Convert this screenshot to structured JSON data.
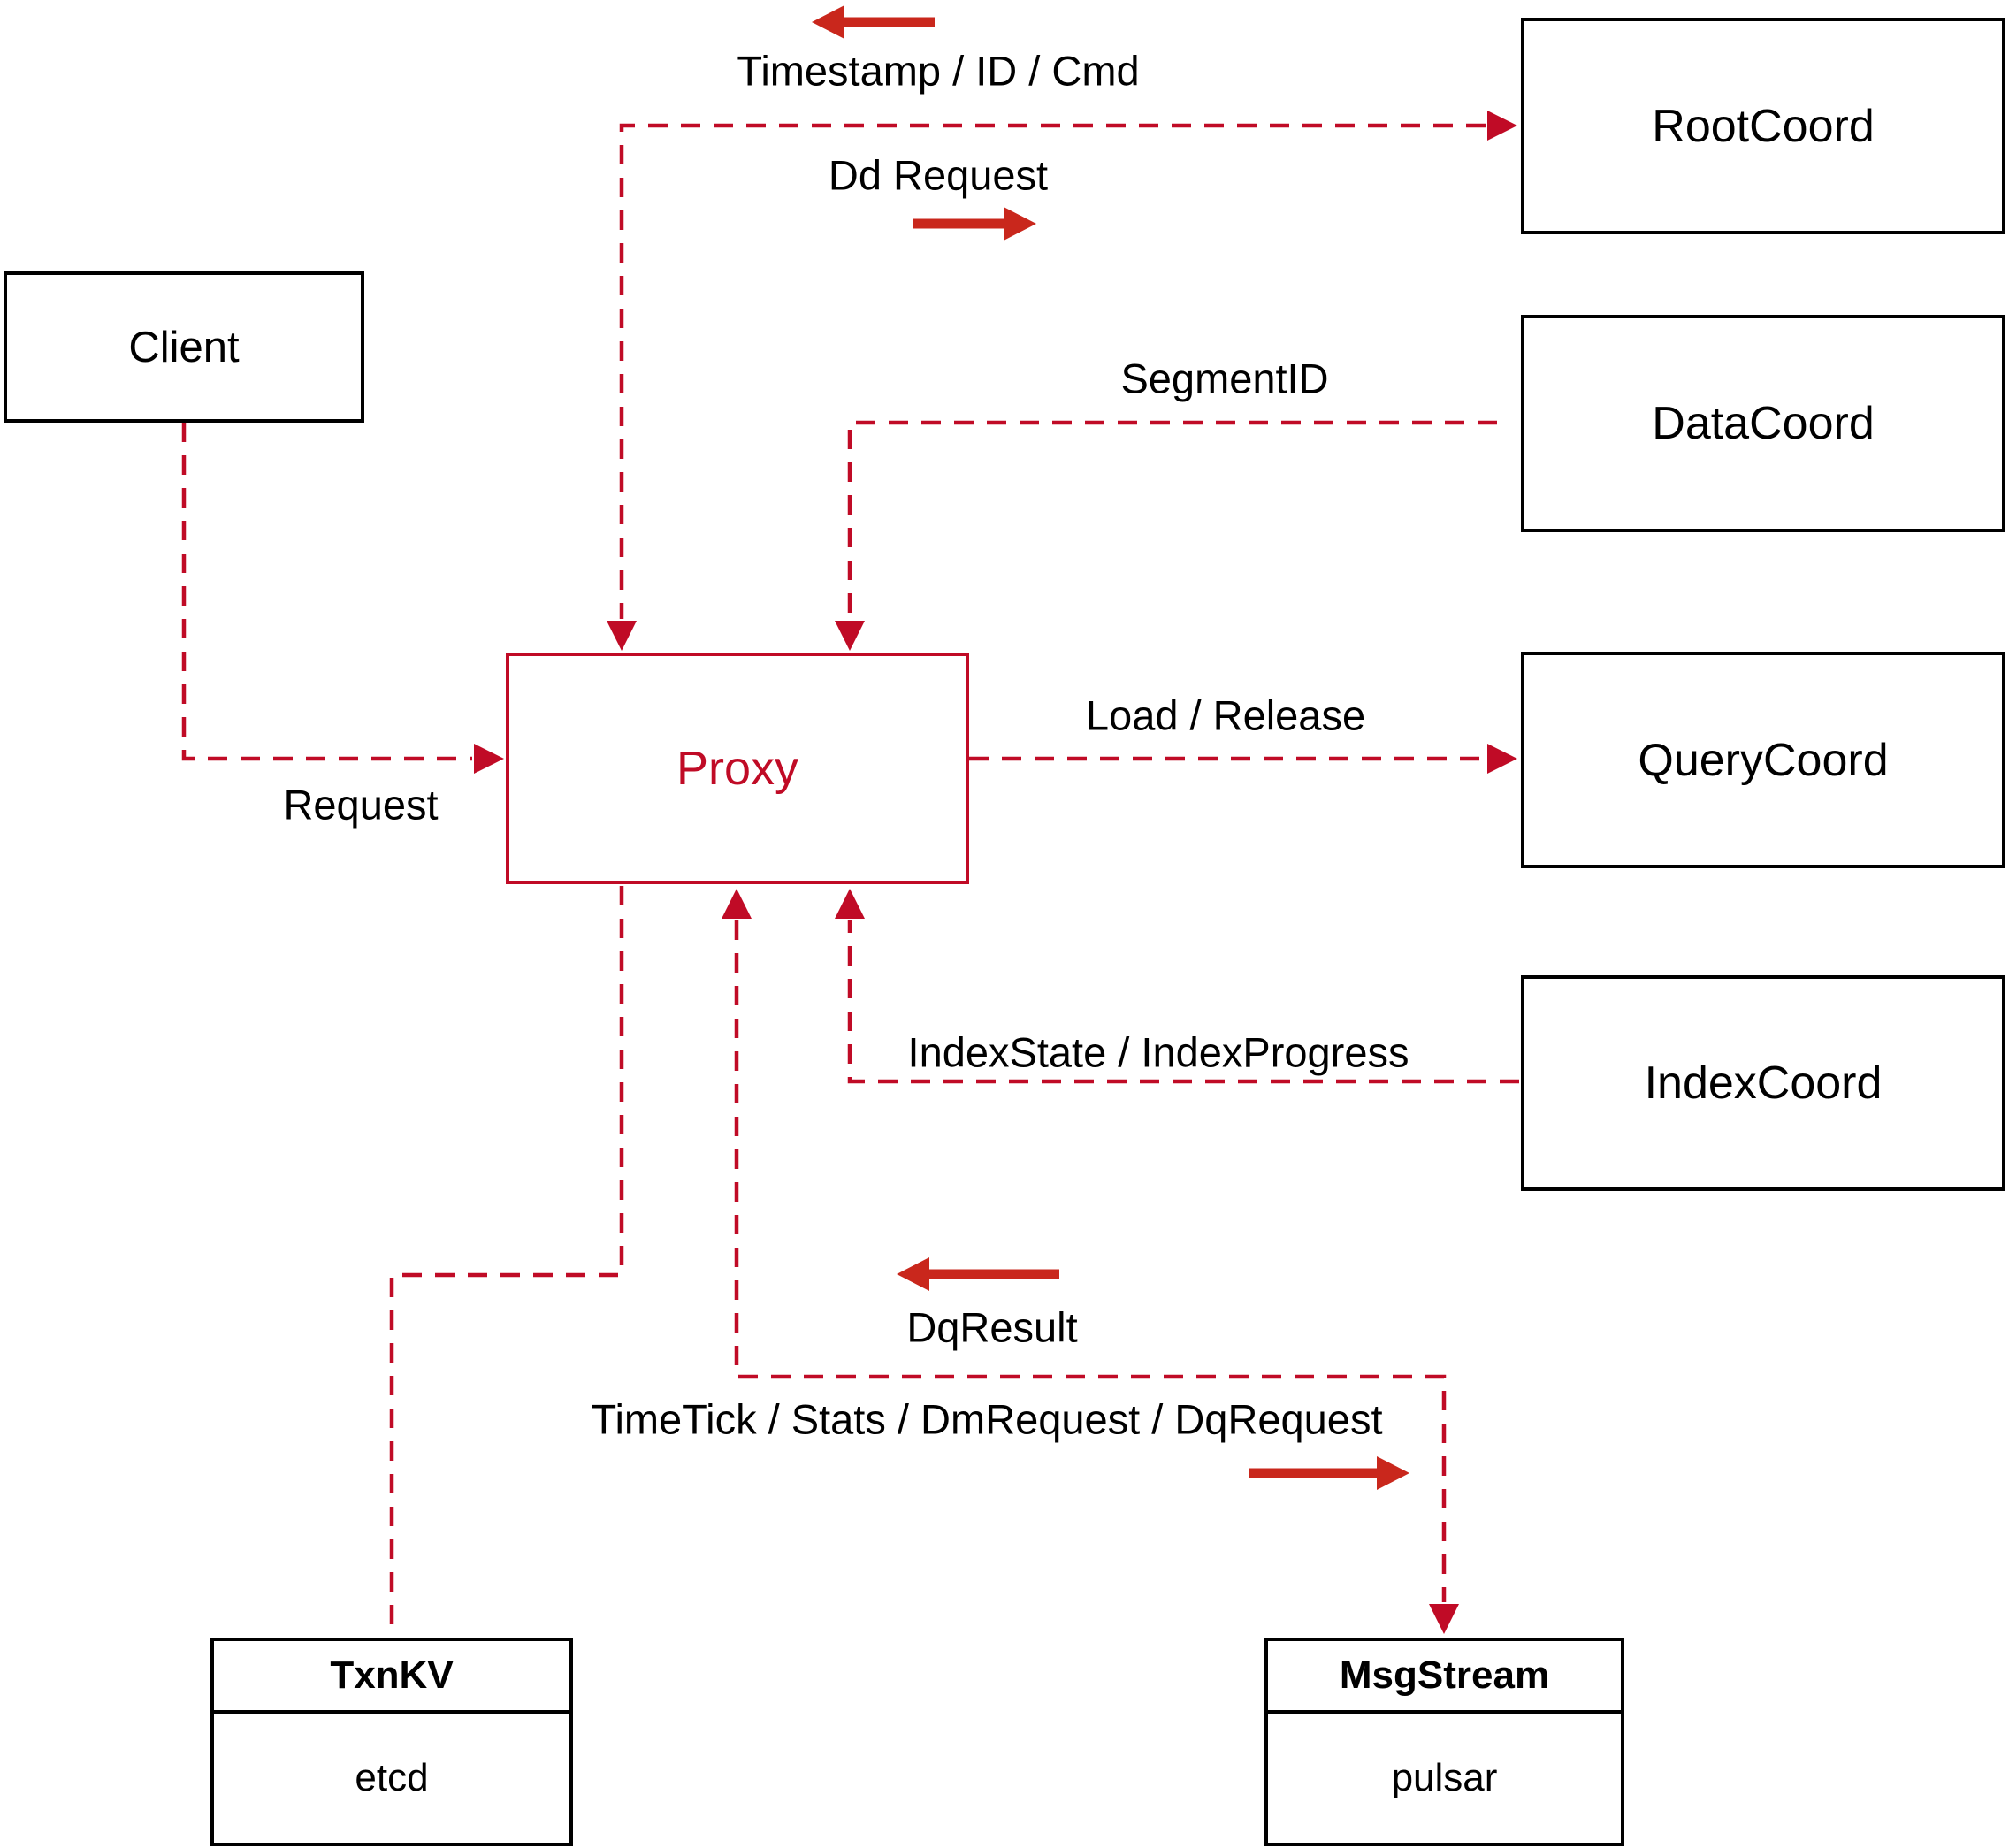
{
  "diagram": {
    "title_hint": "Milvus proxy architecture diagram",
    "nodes": {
      "client": {
        "label": "Client"
      },
      "proxy": {
        "label": "Proxy"
      },
      "root_coord": {
        "label": "RootCoord"
      },
      "data_coord": {
        "label": "DataCoord"
      },
      "query_coord": {
        "label": "QueryCoord"
      },
      "index_coord": {
        "label": "IndexCoord"
      }
    },
    "stores": {
      "txn_kv": {
        "title": "TxnKV",
        "subtitle": "etcd"
      },
      "msg_stream": {
        "title": "MsgStream",
        "subtitle": "pulsar"
      }
    },
    "edge_labels": {
      "timestamp_id_cmd": "Timestamp / ID / Cmd",
      "dd_request": "Dd Request",
      "segment_id": "SegmentID",
      "load_release": "Load / Release",
      "index_state_progress": "IndexState / IndexProgress",
      "request": "Request",
      "dq_result": "DqResult",
      "timetick_stats": "TimeTick / Stats / DmRequest / DqRequest"
    },
    "colors": {
      "dashed_connector": "#c00b26",
      "solid_direction_arrow": "#c9271c",
      "node_border": "#000000",
      "proxy_accent": "#c00b26",
      "background": "#ffffff",
      "text": "#000000"
    }
  }
}
